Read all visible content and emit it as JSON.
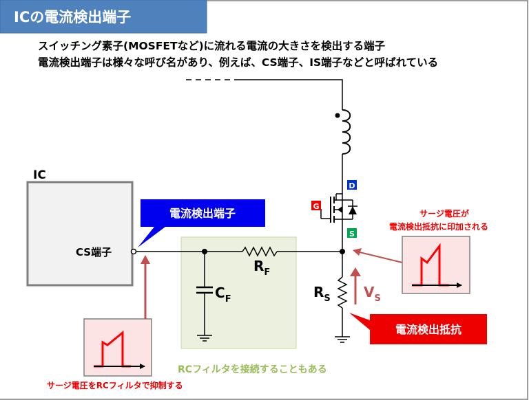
{
  "title": "ICの電流検出端子",
  "description": {
    "line1": "スイッチング素子(MOSFETなど)に流れる電流の大きさを検出する端子",
    "line2": "電流検出端子は様々な呼び名があり、例えば、CS端子、IS端子などと呼ばれている"
  },
  "ic": {
    "label": "IC",
    "pin_label": "CS端子"
  },
  "callouts": {
    "cs_terminal": "電流検出端子",
    "sense_resistor": "電流検出抵抗"
  },
  "mosfet": {
    "gate": "G",
    "drain": "D",
    "source": "S"
  },
  "components": {
    "rf_main": "R",
    "rf_sub": "F",
    "cf_main": "C",
    "cf_sub": "F",
    "rs_main": "R",
    "rs_sub": "S",
    "vs_main": "V",
    "vs_sub": "S"
  },
  "notes": {
    "surge_applied_line1": "サージ電圧が",
    "surge_applied_line2": "電流検出抵抗に印加される",
    "surge_suppressed": "サージ電圧をRCフィルタで抑制する",
    "rc_filter": "RCフィルタを接続することもある"
  },
  "colors": {
    "title_bg": "#4F81BD",
    "callout_blue": "#0000EE",
    "callout_red": "#EE0000",
    "filter_bg": "#EBF1DE",
    "filter_text": "#9BBB59",
    "gate_tag": "#EE0000",
    "drain_tag": "#0033CC",
    "source_tag": "#00A651",
    "arrow_brown": "#C0504D",
    "wave_red": "#FF0000",
    "wave_panel": "#FCE4E4"
  }
}
